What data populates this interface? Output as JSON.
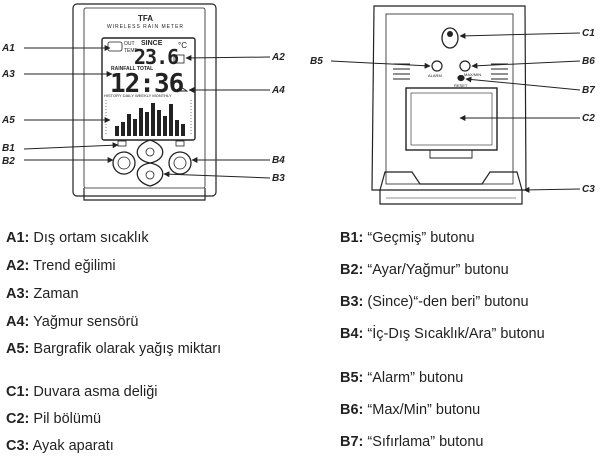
{
  "device": {
    "brand": "TFA",
    "model": "WIRELESS RAIN METER",
    "lcd": {
      "out_label": "OUT",
      "temp_label": "TEMP",
      "since_label": "SINCE",
      "temperature": "23.6",
      "temp_unit": "°C",
      "rainfall_label": "RAINFALL TOTAL",
      "time": "12:36",
      "period_tabs": "HISTORY  DAILY  WEEKLY  MONTHLY"
    },
    "rear": {
      "alarm_label": "ALARM",
      "maxmin_label": "MAX/MIN",
      "reset_label": "RESET"
    }
  },
  "callouts": {
    "left": [
      "A1",
      "A3",
      "A5",
      "B1",
      "B2"
    ],
    "right_front": [
      "A2",
      "A4",
      "B4",
      "B3"
    ],
    "rear_left": [
      "B5"
    ],
    "rear_right": [
      "C1",
      "B6",
      "B7",
      "C2",
      "C3"
    ]
  },
  "legend_left": [
    {
      "code": "A1:",
      "text": "Dış ortam sıcaklık"
    },
    {
      "code": "A2:",
      "text": "Trend eğilimi"
    },
    {
      "code": "A3:",
      "text": "Zaman"
    },
    {
      "code": "A4:",
      "text": "Yağmur sensörü"
    },
    {
      "code": "A5:",
      "text": "Bargrafik olarak yağış miktarı"
    },
    {
      "code": "C1:",
      "text": "Duvara asma deliği"
    },
    {
      "code": "C2:",
      "text": "Pil bölümü"
    },
    {
      "code": "C3:",
      "text": "Ayak aparatı"
    }
  ],
  "legend_right": [
    {
      "code": "B1:",
      "text": "“Geçmiş” butonu"
    },
    {
      "code": "B2:",
      "text": "“Ayar/Yağmur” butonu"
    },
    {
      "code": "B3:",
      "text": "(Since)“-den beri” butonu"
    },
    {
      "code": "B4:",
      "text": "“İç-Dış Sıcaklık/Ara” butonu"
    },
    {
      "code": "B5:",
      "text": "“Alarm” butonu"
    },
    {
      "code": "B6:",
      "text": "“Max/Min” butonu"
    },
    {
      "code": "B7:",
      "text": "“Sıfırlama” butonu"
    }
  ]
}
